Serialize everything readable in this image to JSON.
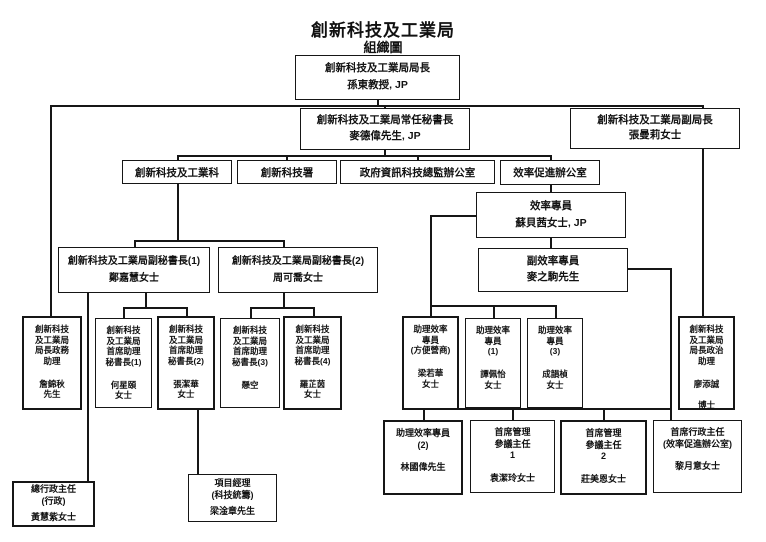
{
  "title": {
    "main": "創新科技及工業局",
    "sub": "組織圖"
  },
  "colors": {
    "ink": "#161616",
    "background": "#ffffff"
  },
  "boxes": {
    "director": {
      "role": "創新科技及工業局局長",
      "name": "孫東教授, JP"
    },
    "perm_sec": {
      "role": "創新科技及工業局常任秘書長",
      "name": "麥德偉先生, JP"
    },
    "under_sec": {
      "role": "創新科技及工業局副局長",
      "name": "張曼莉女士"
    },
    "itib": {
      "role": "創新科技及工業科"
    },
    "itc": {
      "role": "創新科技署"
    },
    "ogcio": {
      "role": "政府資訊科技總監辦公室"
    },
    "effo": {
      "role": "效率促進辦公室"
    },
    "commissioner": {
      "role": "效率專員",
      "name": "蘇貝茜女士, JP"
    },
    "dep_commissioner": {
      "role": "副效率專員",
      "name": "麥之駒先生"
    },
    "dep_sec_1": {
      "role": "創新科技及工業局副秘書長(1)",
      "name": "鄭嘉慧女士"
    },
    "dep_sec_2": {
      "role": "創新科技及工業局副秘書長(2)",
      "name": "周可喬女士"
    },
    "pa_admin": {
      "role": "創新科技\n及工業局\n局長政務\n助理",
      "name": "詹錦秋\n先生"
    },
    "pas_1": {
      "role": "創新科技\n及工業局\n首席助理\n秘書長(1)",
      "name": "何星頤\n女士"
    },
    "pas_2": {
      "role": "創新科技\n及工業局\n首席助理\n秘書長(2)",
      "name": "張潔華\n女士"
    },
    "pas_3": {
      "role": "創新科技\n及工業局\n首席助理\n秘書長(3)",
      "name": "懸空"
    },
    "pas_4": {
      "role": "創新科技\n及工業局\n首席助理\n秘書長(4)",
      "name": "羅芷茵\n女士"
    },
    "aeo_be": {
      "role": "助理效率\n專員\n(方便營商)",
      "name": "梁若華\n女士"
    },
    "aeo_1": {
      "role": "助理效率\n專員\n(1)",
      "name": "譚佩怡\n女士"
    },
    "aeo_3": {
      "role": "助理效率\n專員\n(3)",
      "name": "成韻楨\n女士"
    },
    "pa_political": {
      "role": "創新科技\n及工業局\n局長政治\n助理",
      "name": "廖添誠\n\n博士"
    },
    "aeo_2": {
      "role": "助理效率專員\n(2)",
      "name": "林國偉先生"
    },
    "pmso_1": {
      "role": "首席管理\n參議主任\n1",
      "name": "袁潔玲女士"
    },
    "pmso_2": {
      "role": "首席管理\n參議主任\n2",
      "name": "莊美恩女士"
    },
    "ceo_effo": {
      "role": "首席行政主任\n(效率促進辦公室)",
      "name": "黎月意女士"
    },
    "ceo_admin": {
      "role": "總行政主任\n(行政)",
      "name": "黃慧紫女士"
    },
    "pm_tech": {
      "role": "項目經理\n(科技統籌)",
      "name": "梁淦章先生"
    }
  }
}
